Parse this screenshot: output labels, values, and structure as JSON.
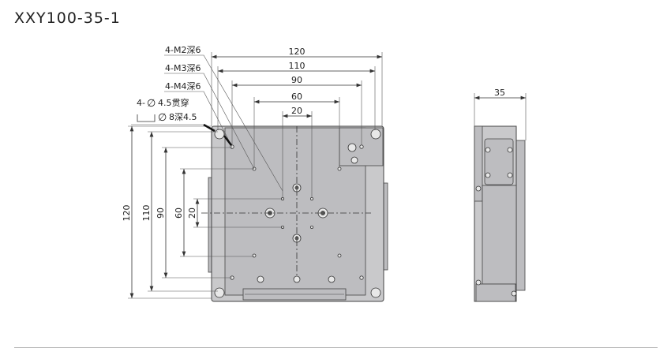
{
  "title": "XXY100-35-1",
  "front_view": {
    "top_dims": [
      "120",
      "110",
      "90",
      "60",
      "20"
    ],
    "left_dims": [
      "120",
      "110",
      "90",
      "60",
      "20"
    ],
    "callouts": {
      "m2": "4-M2深6",
      "m3": "4-M3深6",
      "m4": "4-M4深6",
      "through_hole_prefix": "4-",
      "through_hole_symbol": "∅",
      "through_hole": "4.5贯穿",
      "counterbore_symbol": "∅",
      "counterbore": "8深4.5"
    }
  },
  "side_view": {
    "width_dim": "35"
  }
}
